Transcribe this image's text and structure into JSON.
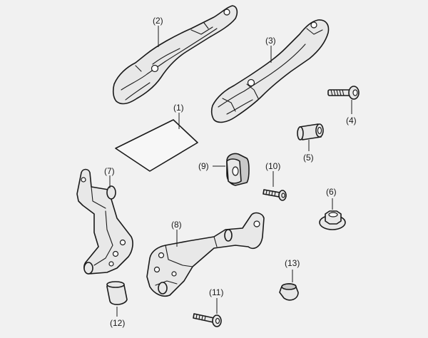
{
  "callouts": {
    "p1": "(1)",
    "p2": "(2)",
    "p3": "(3)",
    "p4": "(4)",
    "p5": "(5)",
    "p6": "(6)",
    "p7": "(7)",
    "p8": "(8)",
    "p9": "(9)",
    "p10": "(10)",
    "p11": "(11)",
    "p12": "(12)",
    "p13": "(13)"
  }
}
